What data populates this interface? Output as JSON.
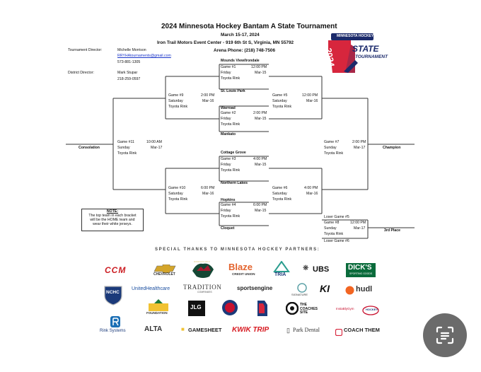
{
  "header": {
    "title": "2024 Minnesota Hockey Bantam A State Tournament",
    "dates": "March 15-17, 2024",
    "venue": "Iron Trail Motors Event Center - 919 6th St S, Virginia, MN 55792",
    "arena_phone": "Arena Phone: (218) 748-7506"
  },
  "contacts": {
    "td_label": "Tournament Director:",
    "td_name": "Michelle Morrison",
    "td_email": "RRYHAtournaments@gmail.com",
    "td_phone": "573-881-1305",
    "dd_label": "District Director:",
    "dd_name": "Mark Stupar",
    "dd_phone": "218-259-0597"
  },
  "state_logo": {
    "top_text": "MINNESOTA HOCKEY",
    "year": "2024",
    "word1": "STATE",
    "word2": "TOURNAMENT"
  },
  "teams": {
    "t1": "Mounds View/Irondale",
    "t2": "St. Louis Park",
    "t3": "Warroad",
    "t4": "Mankato",
    "t5": "Cottage Grove",
    "t6": "Northern Lakes",
    "t7": "Hopkins",
    "t8": "Cloquet"
  },
  "games": {
    "g1": {
      "name": "Game #1",
      "time": "12:00 PM",
      "day": "Friday",
      "date": "Mar-15",
      "rink": "Toyota Rink"
    },
    "g2": {
      "name": "Game #2",
      "time": "2:00 PM",
      "day": "Friday",
      "date": "Mar-15",
      "rink": "Toyota Rink"
    },
    "g3": {
      "name": "Game #3",
      "time": "4:00 PM",
      "day": "Friday",
      "date": "Mar-15",
      "rink": "Toyota Rink"
    },
    "g4": {
      "name": "Game #4",
      "time": "6:00 PM",
      "day": "Friday",
      "date": "Mar-15",
      "rink": "Toyota Rink"
    },
    "g5": {
      "name": "Game #5",
      "time": "12:00 PM",
      "day": "Saturday",
      "date": "Mar-16",
      "rink": "Toyota Rink"
    },
    "g6": {
      "name": "Game #6",
      "time": "4:00 PM",
      "day": "Saturday",
      "date": "Mar-16",
      "rink": "Toyota Rink"
    },
    "g7": {
      "name": "Game #7",
      "time": "2:00 PM",
      "day": "Sunday",
      "date": "Mar-17",
      "rink": "Toyota Rink"
    },
    "g8": {
      "name": "Game #8",
      "time": "12:00 PM",
      "day": "Sunday",
      "date": "Mar-17",
      "rink": "Toyota Rink"
    },
    "g9": {
      "name": "Game #9",
      "time": "2:00 PM",
      "day": "Saturday",
      "date": "Mar-16",
      "rink": "Toyota Rink"
    },
    "g10": {
      "name": "Game #10",
      "time": "6:00 PM",
      "day": "Saturday",
      "date": "Mar-16",
      "rink": "Toyota Rink"
    },
    "g11": {
      "name": "Game #11",
      "time": "10:00 AM",
      "day": "Sunday",
      "date": "Mar-17",
      "rink": "Toyota Rink"
    }
  },
  "results": {
    "consolation": "Consolation",
    "champion": "Champion",
    "third_place": "3rd Place",
    "loser_g5": "Loser Game #5",
    "loser_g6": "Loser Game #6"
  },
  "note": {
    "heading": "NOTE:",
    "l1": "The top team in each bracket",
    "l2": "will be the HOME team and",
    "l3": "wear their white jerseys."
  },
  "sponsors": {
    "heading": "SPECIAL THANKS TO MINNESOTA HOCKEY PARTNERS:",
    "row1": [
      "CCM",
      "CHEVROLET",
      "MINNESOTA WILD",
      "Blaze",
      "CREDIT UNION",
      "TRIA",
      "UBS",
      "DICK'S",
      "SPORTING GOODS"
    ],
    "row2": [
      "NCHC",
      "UnitedHealthcare",
      "TRADITION",
      "COMPANIES",
      "sportsengine",
      "SIGNATURE",
      "KI",
      "hudl"
    ],
    "row3": [
      "FOUNDATION",
      "JLG",
      "THE COACHES SITE",
      "InstaBlyGym",
      "HOCKEY"
    ],
    "row4": [
      "Rink Systems",
      "ALTA",
      "GAMESHEET",
      "KWIK TRIP",
      "Park Dental",
      "COACH THEM"
    ]
  },
  "colors": {
    "ccm": "#cc1f24",
    "kwik": "#d71920",
    "blaze": "#e3632d",
    "wild": "#154734",
    "ncaa_blue": "#1b3a7a",
    "scan_btn": "#6b6b6b"
  }
}
